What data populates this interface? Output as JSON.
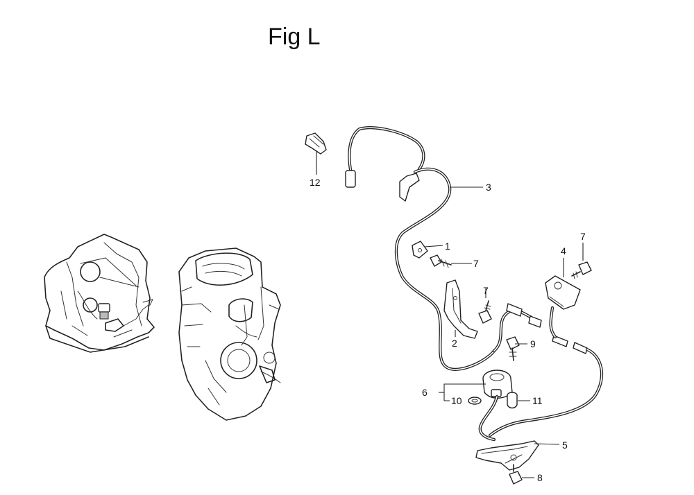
{
  "figure": {
    "title": "Fig L"
  },
  "callouts": [
    "1",
    "2",
    "3",
    "4",
    "5",
    "6",
    "7",
    "8",
    "9",
    "10",
    "11",
    "12"
  ]
}
